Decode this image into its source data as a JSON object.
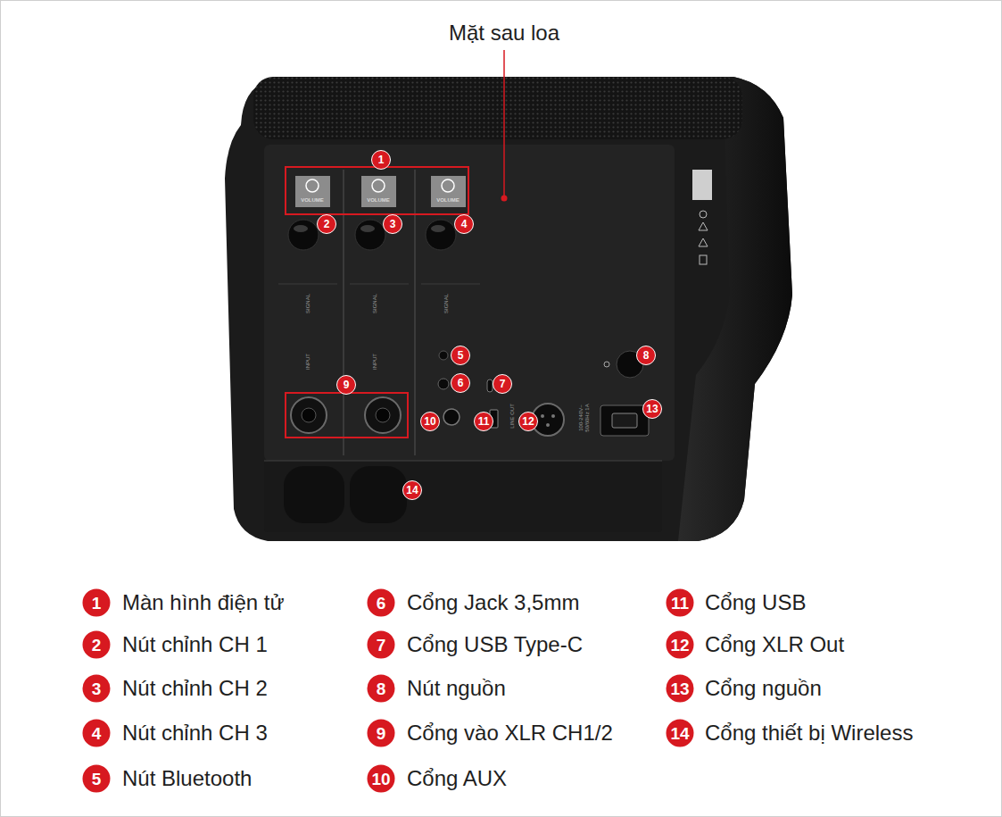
{
  "diagram": {
    "title": "Mặt sau loa",
    "labels": [
      "1",
      "2",
      "3",
      "4",
      "5",
      "6",
      "7",
      "8",
      "9",
      "10",
      "11",
      "12",
      "13",
      "14",
      "1",
      "Màn hình điện tử",
      "2",
      "Nút chỉnh CH 1",
      "3",
      "Nút chỉnh CH 2",
      "4",
      "Nút chỉnh CH 3",
      "5",
      "Nút Bluetooth",
      "6",
      "Cổng Jack 3,5mm",
      "7",
      "Cổng USB Type-C",
      "8",
      "Nút nguồn",
      "9",
      "Cổng vào XLR CH1/2",
      "10",
      "Cổng AUX",
      "11",
      "Cổng USB",
      "12",
      "Cổng XLR Out",
      "13",
      "Cổng nguồn",
      "14",
      "Cổng thiết bị Wireless",
      "VOLUME",
      "VOLUME",
      "VOLUME",
      "SIGNAL",
      "SIGNAL",
      "SIGNAL",
      "INPUT",
      "INPUT",
      "LINE OUT",
      "100-240V~ 50/60Hz 1A"
    ]
  }
}
